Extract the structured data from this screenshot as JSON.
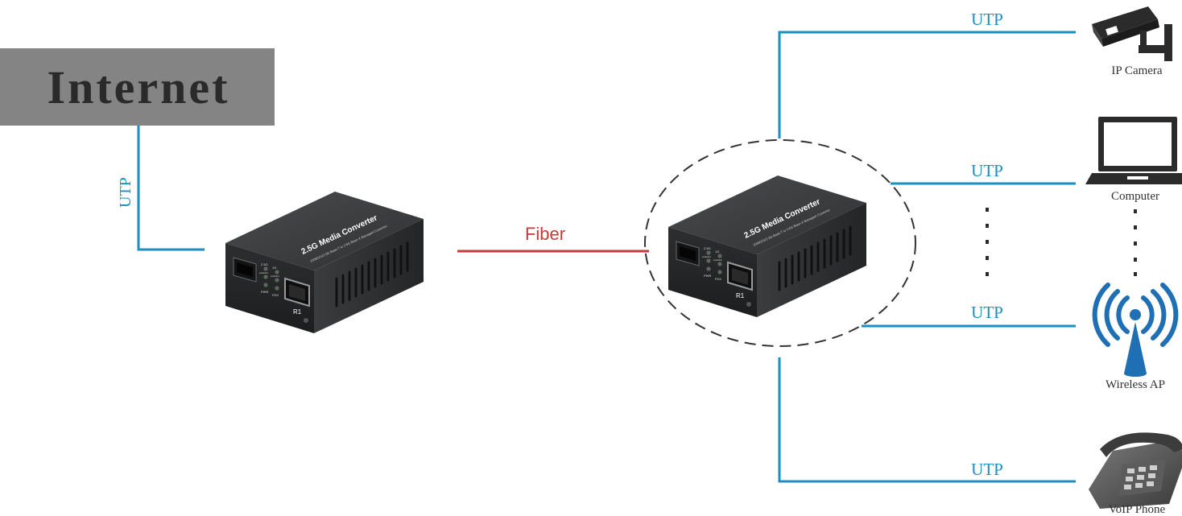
{
  "internet": {
    "label": "Internet",
    "box_color": "#848484"
  },
  "links": {
    "internet_uplink": "UTP",
    "fiber": "Fiber",
    "ip_camera": "UTP",
    "computer": "UTP",
    "wireless_ap": "UTP",
    "voip_phone": "UTP"
  },
  "converter": {
    "title": "2.5G Media Converter",
    "subtitle": "100M/1G/2.5G Base-T to 2.5G Base-X Managed Converter",
    "port_label": "R1",
    "led_labels": [
      "2.5G",
      "1G",
      "Link/Act",
      "Link/Act",
      "PWR",
      "FDX"
    ]
  },
  "devices": {
    "ip_camera": "IP Camera",
    "computer": "Computer",
    "wireless_ap": "Wireless AP",
    "voip_phone": "VoIP Phone"
  },
  "colors": {
    "utp_line": "#1a8fc4",
    "utp_text": "#1a8fc4",
    "fiber_line": "#c73a3a",
    "fiber_text": "#c73a3a",
    "device_dark": "#333333"
  }
}
